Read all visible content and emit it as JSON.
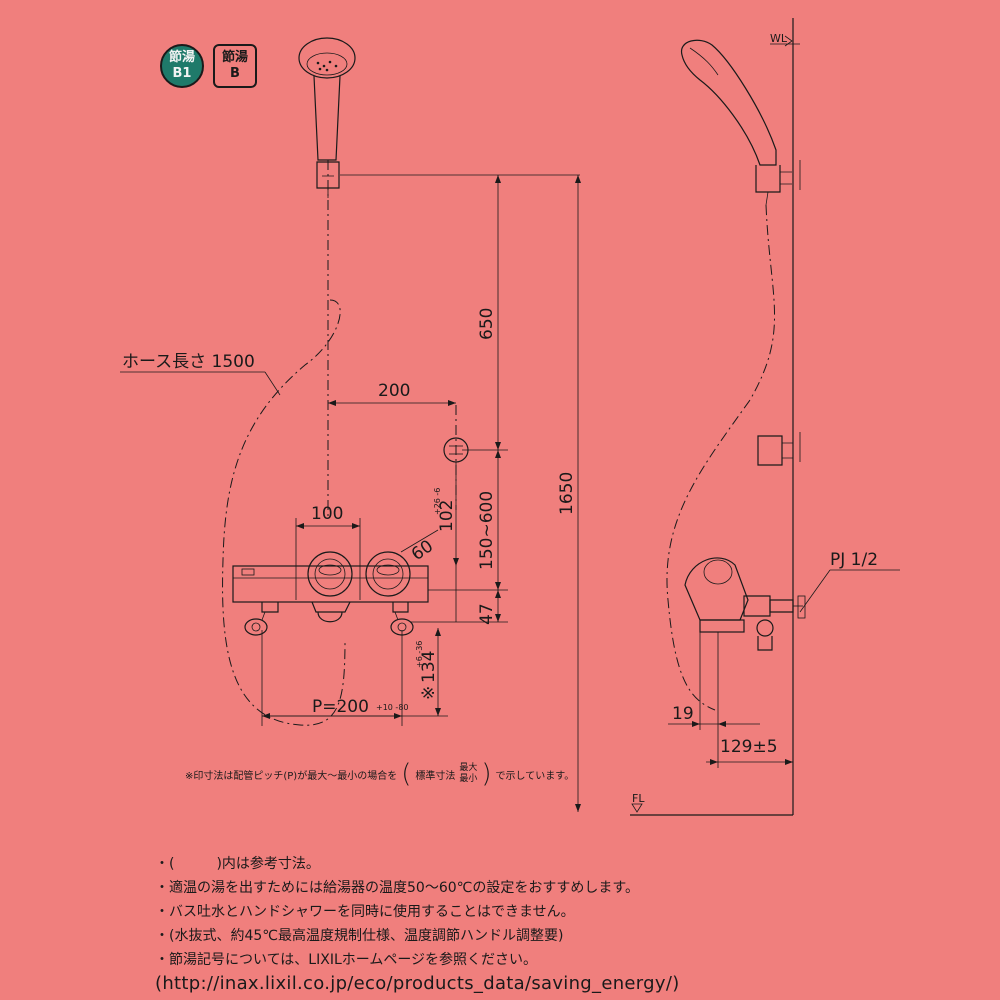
{
  "badges": [
    {
      "line1": "節湯",
      "line2": "B1"
    },
    {
      "line1": "節湯",
      "line2": "B"
    }
  ],
  "dimensions": {
    "d650": "650",
    "d1650": "1650",
    "d200": "200",
    "d100": "100",
    "d60": "60",
    "d102": "102",
    "d102_tol": "+26 -6",
    "d150_600": "150~600",
    "d47": "47",
    "d134": "134",
    "d134_tol": "+6 -36",
    "d134_mark": "※",
    "pitch": "P=200",
    "pitch_tol": "+10 -80",
    "hose": "ホース長さ 1500",
    "wl": "WL",
    "fl": "FL",
    "pj": "PJ 1/2",
    "d19": "19",
    "d129": "129±5"
  },
  "remark": {
    "prefix": "※印寸法は配管ピッチ(P)が最大～最小の場合を",
    "std": "標準寸法",
    "max": "最大",
    "min": "最小",
    "suffix": "で示しています。"
  },
  "notes": [
    "・(　　　)内は参考寸法。",
    "・適温の湯を出すためには給湯器の温度50～60℃の設定をおすすめします。",
    "・バス吐水とハンドシャワーを同時に使用することはできません。",
    "・(水抜式、約45℃最高温度規制仕様、温度調節ハンドル調整要)",
    "・節湯記号については、LIXILホームページを参照ください。",
    "(http://inax.lixil.co.jp/eco/products_data/saving_energy/)"
  ],
  "colors": {
    "background": "#f07f7d",
    "line": "#1a1a1a",
    "badge_fill": "#1f7a6a"
  }
}
